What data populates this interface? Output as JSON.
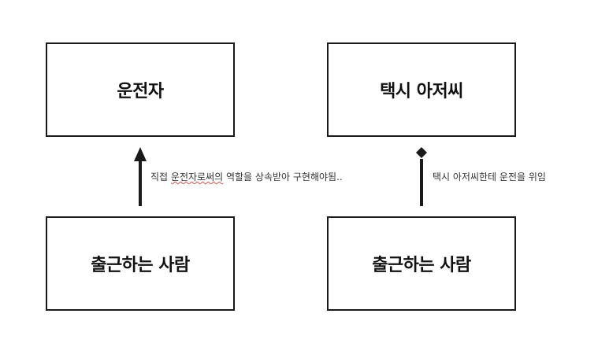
{
  "nodes": {
    "driver": "운전자",
    "taxi_driver": "택시 아저씨",
    "commuter_left": "출근하는 사람",
    "commuter_right": "출근하는 사람"
  },
  "edges": {
    "inheritance": {
      "label_prefix": "직접 ",
      "label_underlined": "운전자로써의",
      "label_suffix": " 역할을 상속받아 구현해야됨..",
      "arrow": "filled-triangle"
    },
    "delegation": {
      "label": "택시 아저씨한테 운전을 위임",
      "arrow": "filled-diamond"
    }
  },
  "colors": {
    "stroke": "#1a1a1a",
    "spellcheck_underline": "#d9534f"
  }
}
